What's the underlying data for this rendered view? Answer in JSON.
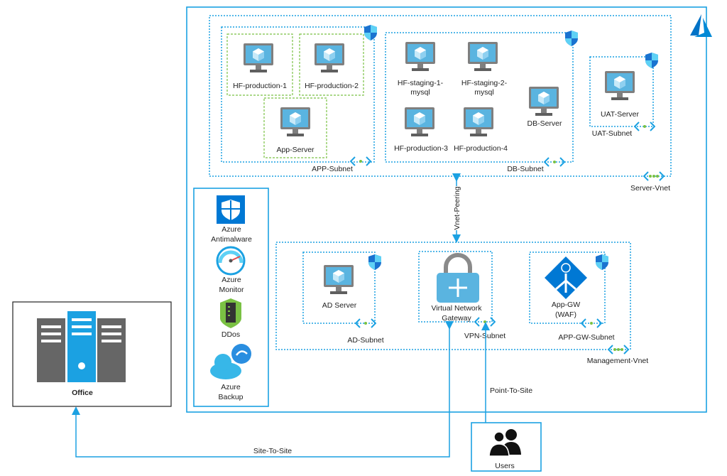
{
  "colors": {
    "azure_blue": "#1ba1e2",
    "vm_green": "#7ac143",
    "icon_blue": "#0078d4"
  },
  "server_vnet": {
    "label": "Server-Vnet",
    "app_subnet": {
      "label": "APP-Subnet",
      "vms": [
        "HF-production-1",
        "HF-production-2",
        "App-Server"
      ]
    },
    "db_subnet": {
      "label": "DB-Subnet",
      "vms": {
        "staging1_l1": "HF-staging-1-",
        "staging1_l2": "mysql",
        "staging2_l1": "HF-staging-2-",
        "staging2_l2": "mysql",
        "prod3": "HF-production-3",
        "prod4": "HF-production-4",
        "db": "DB-Server"
      }
    },
    "uat_subnet": {
      "label": "UAT-Subnet",
      "vm": "UAT-Server"
    }
  },
  "peering": {
    "label": "Vnet-Peering"
  },
  "services": {
    "antimalware_l1": "Azure",
    "antimalware_l2": "Antimalware",
    "monitor_l1": "Azure",
    "monitor_l2": "Monitor",
    "ddos": "DDos",
    "backup_l1": "Azure",
    "backup_l2": "Backup"
  },
  "management_vnet": {
    "label": "Management-Vnet",
    "ad_subnet": {
      "label": "AD-Subnet",
      "vm": "AD Server"
    },
    "vpn_subnet": {
      "label": "VPN-Subnet",
      "gw_l1": "Virtual Network",
      "gw_l2": "Gateway"
    },
    "appgw_subnet": {
      "label": "APP-GW-Subnet",
      "gw_l1": "App-GW",
      "gw_l2": "(WAF)"
    }
  },
  "office": {
    "label": "Office"
  },
  "users": {
    "label": "Users"
  },
  "connections": {
    "site_to_site": "Site-To-Site",
    "point_to_site": "Point-To-Site"
  }
}
